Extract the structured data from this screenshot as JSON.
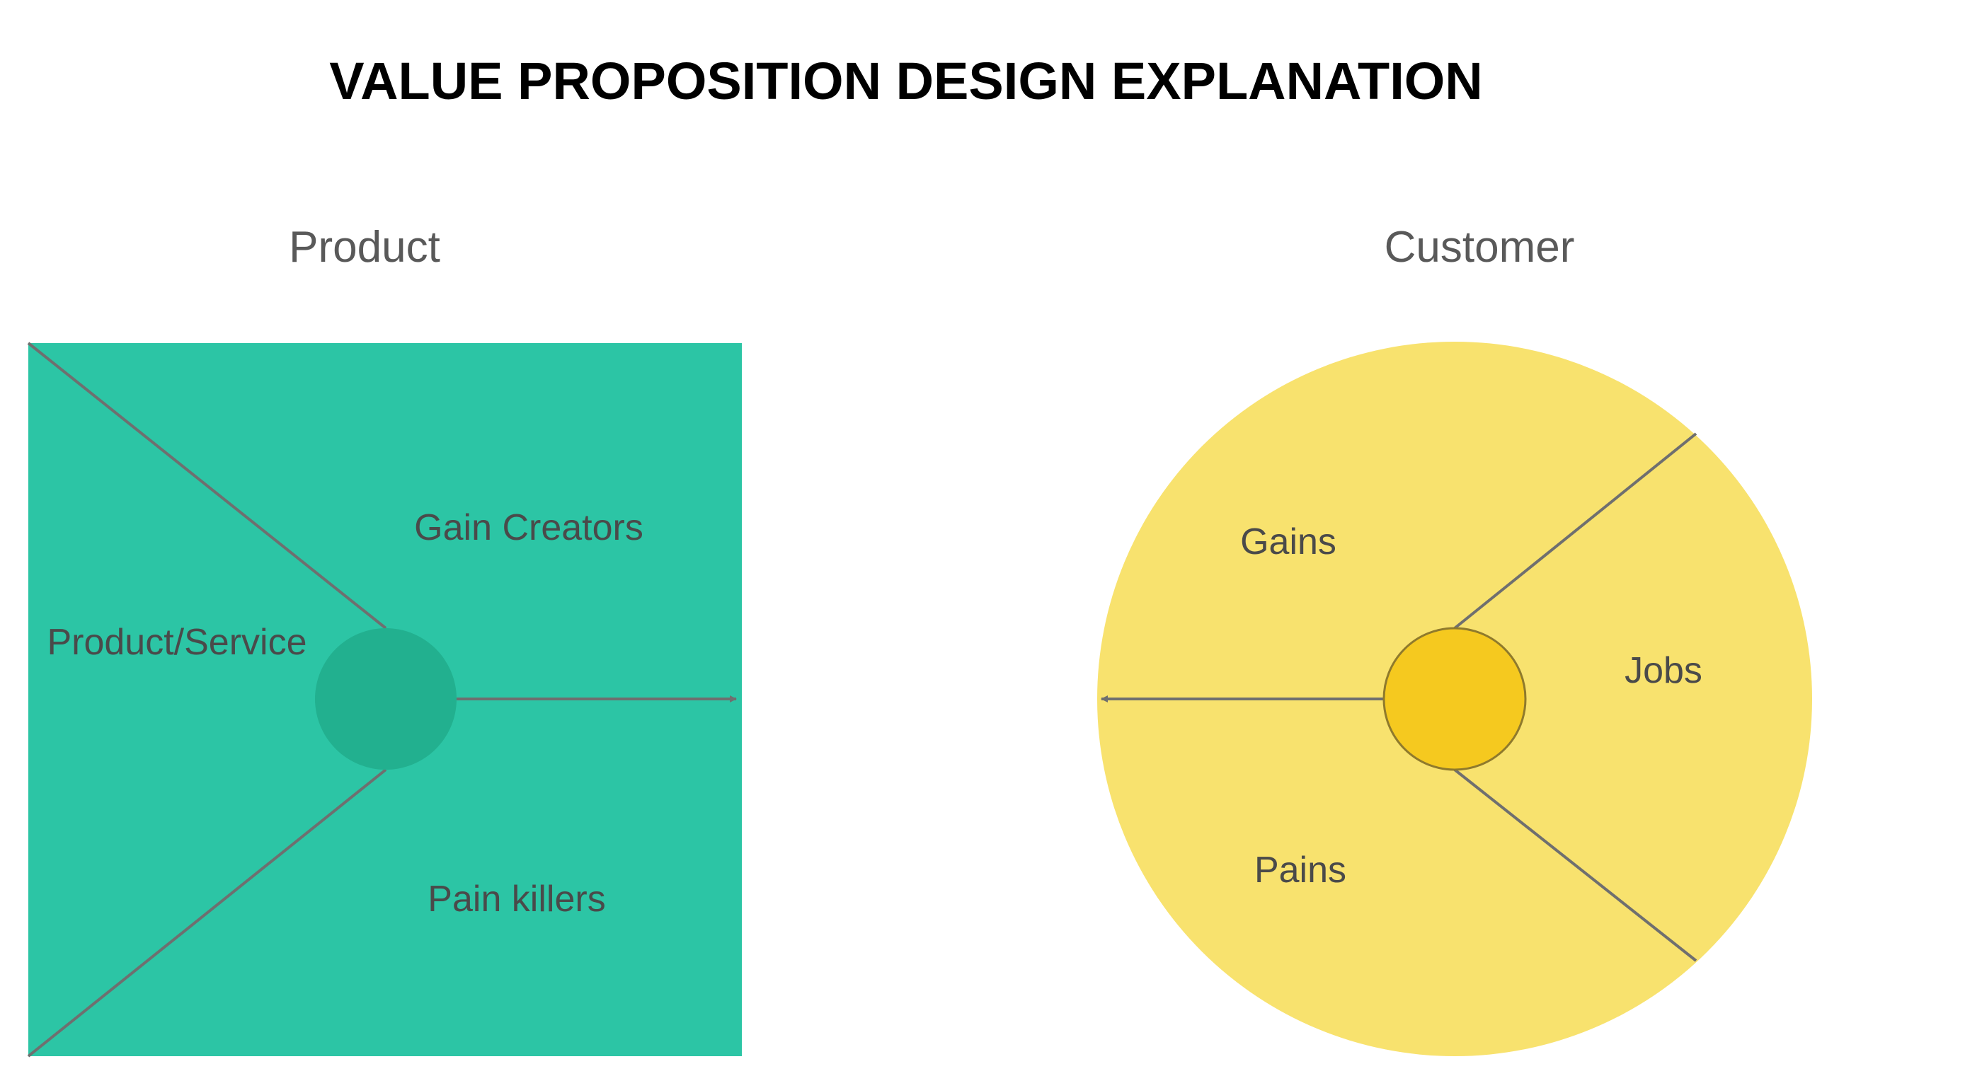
{
  "title": "VALUE PROPOSITION DESIGN EXPLANATION",
  "product": {
    "heading": "Product",
    "labels": {
      "gain_creators": "Gain Creators",
      "product_service": "Product/Service",
      "pain_killers": "Pain killers"
    }
  },
  "customer": {
    "heading": "Customer",
    "labels": {
      "gains": "Gains",
      "jobs": "Jobs",
      "pains": "Pains"
    }
  },
  "colors": {
    "product_fill": "#2CC5A5",
    "product_hub": "#22B08F",
    "customer_fill": "#F8E26E",
    "customer_hub": "#F5C91F",
    "customer_hub_stroke": "#8F7A2C",
    "line": "#6F6F6F",
    "heading_text": "#595959",
    "label_text": "#4A4A4A"
  }
}
